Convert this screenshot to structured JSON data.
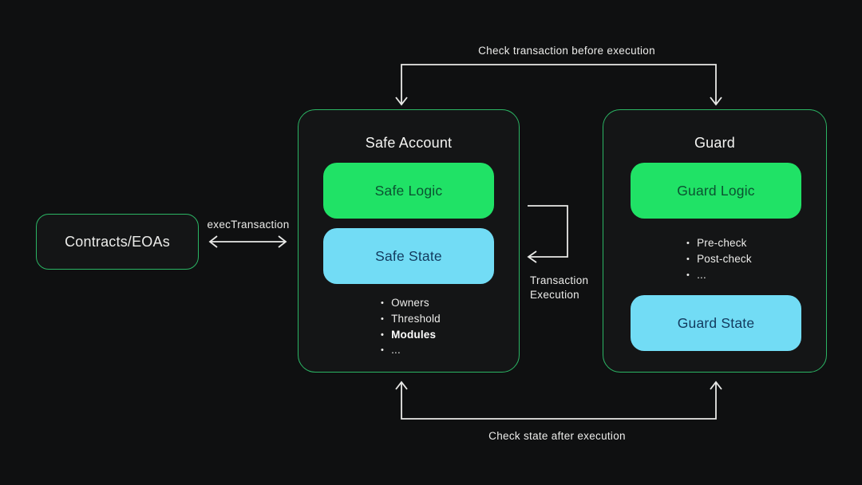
{
  "diagram": {
    "contracts_box": {
      "label": "Contracts/EOAs"
    },
    "safe_account": {
      "title": "Safe Account",
      "logic_label": "Safe Logic",
      "state_label": "Safe State",
      "bullets": [
        "Owners",
        "Threshold",
        "Modules",
        "..."
      ]
    },
    "guard": {
      "title": "Guard",
      "logic_label": "Guard Logic",
      "state_label": "Guard State",
      "bullets": [
        "Pre-check",
        "Post-check",
        "..."
      ]
    },
    "arrows": {
      "exec_transaction_label": "execTransaction",
      "check_before_label": "Check transaction before execution",
      "check_after_label": "Check state after execution",
      "transaction_execution_line1": "Transaction",
      "transaction_execution_line2": "Execution"
    },
    "colors": {
      "background": "#0f1011",
      "box_fill": "#141516",
      "box_border_green": "#2bb564",
      "fill_green": "#20e266",
      "fill_cyan": "#72dcf5",
      "text_on_green": "#0b5231",
      "text_on_cyan": "#123a5e",
      "arrow": "#e9e9e7",
      "text_light": "#ececea"
    }
  }
}
